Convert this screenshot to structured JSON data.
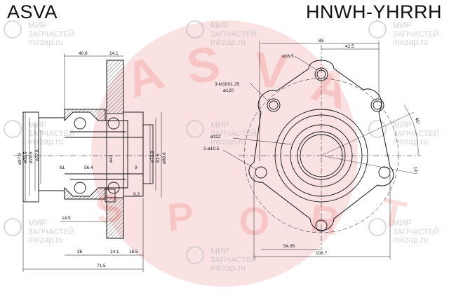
{
  "header": {
    "brand": "ASVA",
    "part_number": "HNWH-YHRRH"
  },
  "watermark": {
    "site": "mirzap.ru",
    "word_zapchasti": "ЗАПЧАСТЕЙ",
    "word_mir": "МИР",
    "letters": [
      "A",
      "S",
      "V",
      "A",
      "S",
      "P",
      "O",
      "R",
      "T"
    ],
    "accent_color": "#e60000"
  },
  "side_view": {
    "dims": {
      "top_left": "40.9",
      "top_flange": "14.1",
      "d97_8": "ø97.8",
      "d83_5": "ø83.5",
      "d79_5": "ø79.5",
      "d72_8_left": "ø72.8",
      "d61": "61",
      "d56_4": "56.4",
      "d43": "ø43",
      "d9": "9",
      "d72_8_right": "ø72.8",
      "d81_5": "81.5",
      "d89_6": "ø89.6",
      "d9_3": "9.3",
      "d14_5": "14.5",
      "b36": "36",
      "b14_1": "14.1",
      "b16_5": "16.5",
      "b71_5": "71.5"
    }
  },
  "front_view": {
    "dims": {
      "d85": "85",
      "d42_5": "42.5",
      "d16_5": "ø16.5",
      "thread": "3-M10X1.25",
      "d120": "ø120",
      "d112": "ø112",
      "holes": "2-ø10.5",
      "angle45": "45°",
      "angle14": "14°",
      "d54_35": "54.35",
      "d108_7": "108.7"
    }
  }
}
